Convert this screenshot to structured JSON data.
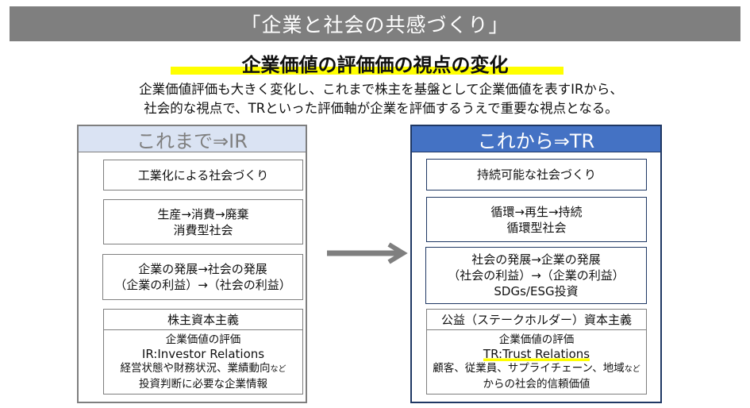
{
  "title": "「企業と社会の共感づくり」",
  "subtitle": "企業価値の評価価の視点の変化",
  "paragraph": [
    "企業価値評価も大きく変化し、これまで株主を基盤として企業価値を表すIRから、",
    "社会的な視点で、TRといった評価軸が企業を評価するうえで重要な視点となる。"
  ],
  "left": {
    "header": "これまで⇒IR",
    "box1": "工業化による社会づくり",
    "box2": [
      "生産→消費→廃棄",
      "消費型社会"
    ],
    "box3": [
      "企業の発展→社会の発展",
      "（企業の利益）→（社会の利益）"
    ],
    "box4_title": "株主資本主義",
    "box4": {
      "l1": "企業価値の評価",
      "l2": "IR:Investor Relations",
      "l3": "経営状態や財務状況、業績動向",
      "l3_small": "など",
      "l4": "投資判断に必要な企業情報"
    }
  },
  "right": {
    "header": "これから⇒TR",
    "box1": "持続可能な社会づくり",
    "box2": [
      "循環→再生→持続",
      "循環型社会"
    ],
    "box3": [
      "社会の発展→企業の発展",
      "（社会の利益）→（企業の利益）",
      "SDGs/ESG投資"
    ],
    "box4_title": "公益（ステークホルダー）資本主義",
    "box4": {
      "l1": "企業価値の評価",
      "l2": "TR:Trust Relations",
      "l3": "顧客、従業員、サプライチェーン、地域",
      "l3_small": "など",
      "l4": "からの社会的信頼価値"
    }
  }
}
